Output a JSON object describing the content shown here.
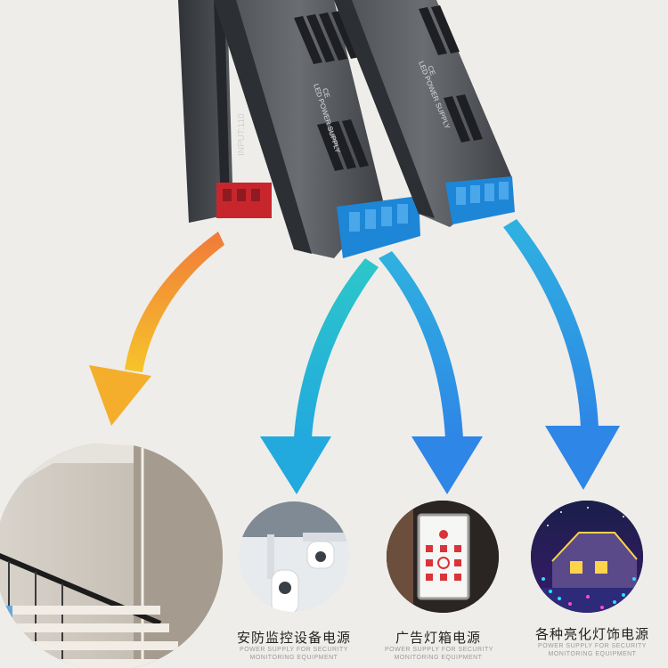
{
  "product": {
    "left_label": "INPUT:110",
    "device_label_1": "LED POWER SUPPLY",
    "device_label_2": "LED POWER SUPPLY",
    "ce_mark_1": "CE",
    "ce_mark_2": "CE"
  },
  "arrows": {
    "colors": {
      "orange_start": "#f08a3a",
      "orange_end": "#f6c12a",
      "teal_start": "#26b7d8",
      "teal_end": "#2ac4d0",
      "blue_start": "#3aa0e8",
      "blue_end": "#2f8fe6"
    }
  },
  "applications": [
    {
      "title": "安防监控设备电源",
      "subtitle_1": "POWER SUPPLY FOR SECURITY",
      "subtitle_2": "MONITORING EQUIPMENT"
    },
    {
      "title": "广告灯箱电源",
      "subtitle_1": "POWER SUPPLY FOR SECURITY",
      "subtitle_2": "MONITORING EQUIPMENT"
    },
    {
      "title": "各种亮化灯饰电源",
      "subtitle_1": "POWER SUPPLY FOR SECURITY",
      "subtitle_2": "MONITORING EQUIPMENT"
    }
  ]
}
